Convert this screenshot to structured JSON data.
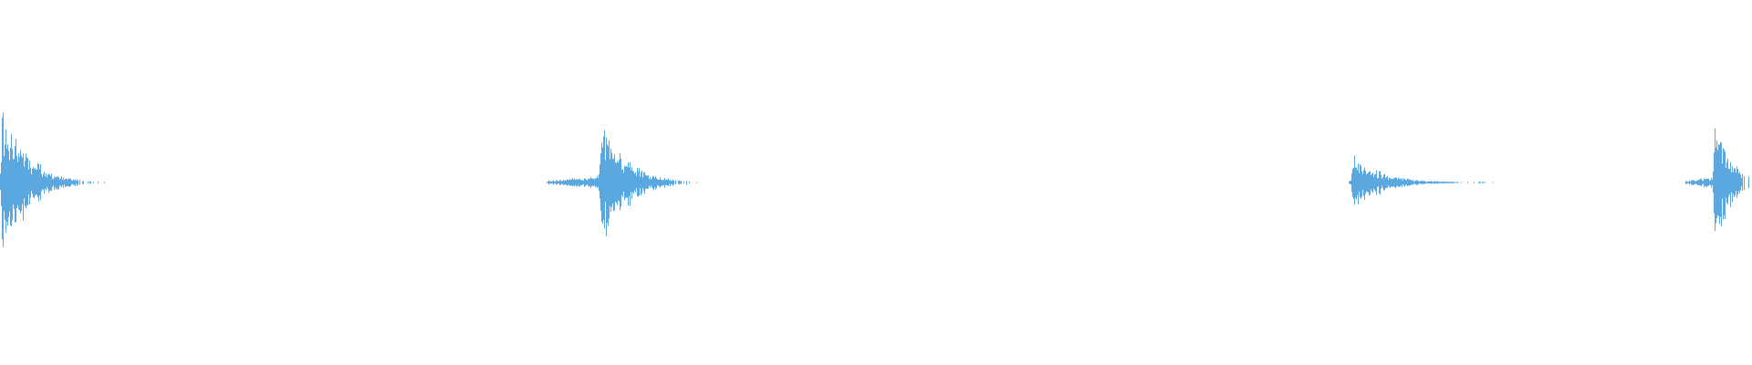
{
  "waveform": {
    "color": "#5aa8df",
    "background": "#ffffff",
    "bursts": [
      {
        "start": 0.0,
        "peak": 0.0015,
        "end": 0.061,
        "amplitude": 0.98,
        "decay": 0.22,
        "lead": 0.0
      },
      {
        "start": 0.312,
        "peak": 0.343,
        "end": 0.4,
        "amplitude": 0.82,
        "decay": 0.24,
        "lead": 0.031
      },
      {
        "start": 0.77,
        "peak": 0.773,
        "end": 0.852,
        "amplitude": 0.32,
        "decay": 0.2,
        "lead": 0.002
      },
      {
        "start": 0.962,
        "peak": 0.979,
        "end": 1.0,
        "amplitude": 0.78,
        "decay": 0.4,
        "lead": 0.016
      }
    ]
  }
}
